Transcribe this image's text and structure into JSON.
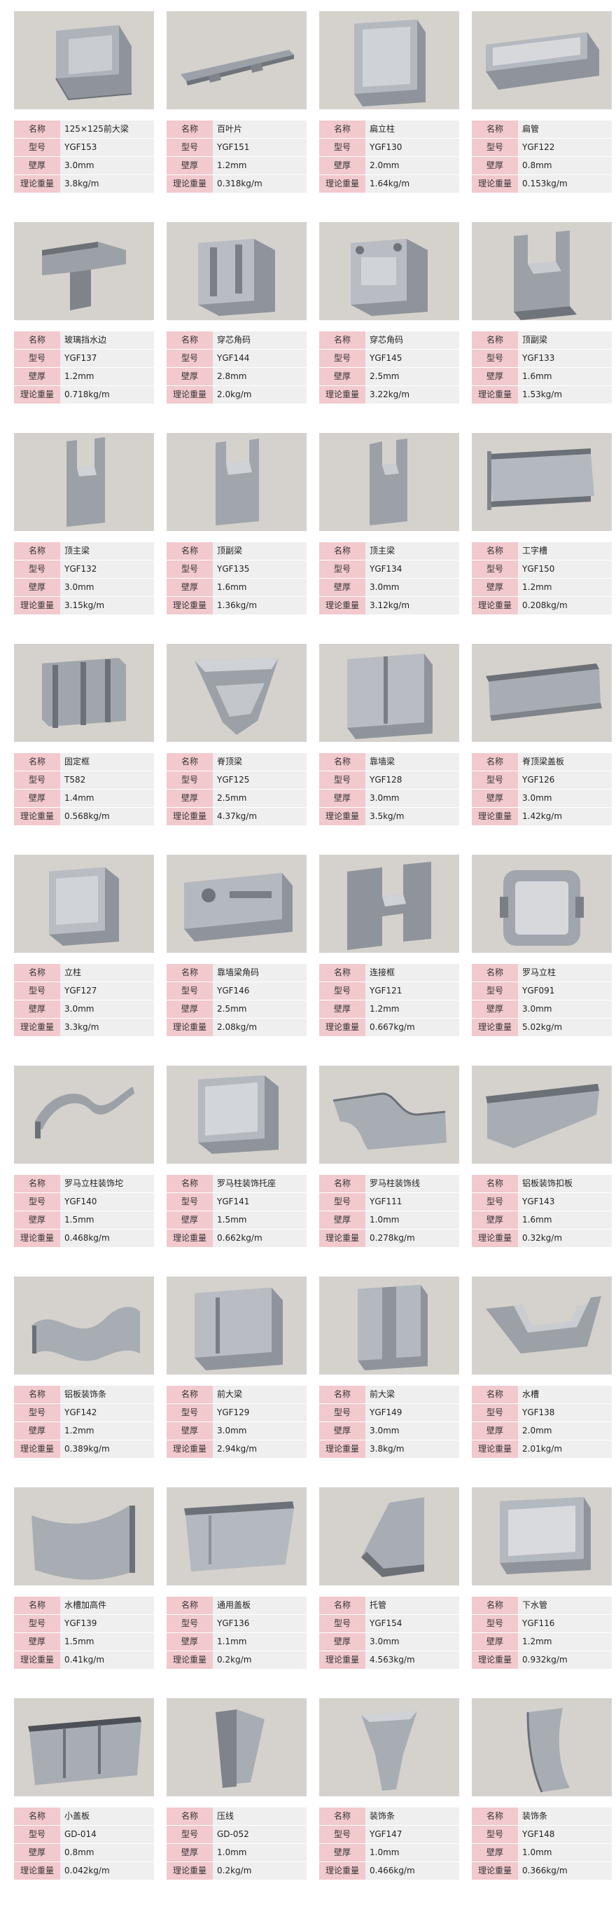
{
  "labels": {
    "name": "名称",
    "model": "型号",
    "thickness": "壁厚",
    "weight": "理论重量"
  },
  "products": [
    {
      "name": "125×125前大梁",
      "model": "YGF153",
      "thickness": "3.0mm",
      "weight": "3.8kg/m",
      "icon": "beam-profile-icon"
    },
    {
      "name": "百叶片",
      "model": "YGF151",
      "thickness": "1.2mm",
      "weight": "0.318kg/m",
      "icon": "louver-blade-icon"
    },
    {
      "name": "扁立柱",
      "model": "YGF130",
      "thickness": "2.0mm",
      "weight": "1.64kg/m",
      "icon": "flat-post-icon"
    },
    {
      "name": "扁管",
      "model": "YGF122",
      "thickness": "0.8mm",
      "weight": "0.153kg/m",
      "icon": "flat-tube-icon"
    },
    {
      "name": "玻璃挡水边",
      "model": "YGF137",
      "thickness": "1.2mm",
      "weight": "0.718kg/m",
      "icon": "glass-water-stop-icon"
    },
    {
      "name": "穿芯角码",
      "model": "YGF144",
      "thickness": "2.8mm",
      "weight": "2.0kg/m",
      "icon": "corner-connector-icon"
    },
    {
      "name": "穿芯角码",
      "model": "YGF145",
      "thickness": "2.5mm",
      "weight": "3.22kg/m",
      "icon": "corner-connector-icon"
    },
    {
      "name": "顶副梁",
      "model": "YGF133",
      "thickness": "1.6mm",
      "weight": "1.53kg/m",
      "icon": "top-sub-beam-icon"
    },
    {
      "name": "顶主梁",
      "model": "YGF132",
      "thickness": "3.0mm",
      "weight": "3.15kg/m",
      "icon": "top-main-beam-icon"
    },
    {
      "name": "顶副梁",
      "model": "YGF135",
      "thickness": "1.6mm",
      "weight": "1.36kg/m",
      "icon": "top-sub-beam-icon"
    },
    {
      "name": "顶主梁",
      "model": "YGF134",
      "thickness": "3.0mm",
      "weight": "3.12kg/m",
      "icon": "top-main-beam-icon"
    },
    {
      "name": "工字槽",
      "model": "YGF150",
      "thickness": "1.2mm",
      "weight": "0.208kg/m",
      "icon": "i-channel-icon"
    },
    {
      "name": "固定框",
      "model": "T582",
      "thickness": "1.4mm",
      "weight": "0.568kg/m",
      "icon": "fixed-frame-icon"
    },
    {
      "name": "脊顶梁",
      "model": "YGF125",
      "thickness": "2.5mm",
      "weight": "4.37kg/m",
      "icon": "ridge-beam-icon"
    },
    {
      "name": "靠墙梁",
      "model": "YGF128",
      "thickness": "3.0mm",
      "weight": "3.5kg/m",
      "icon": "wall-beam-icon"
    },
    {
      "name": "脊顶梁盖板",
      "model": "YGF126",
      "thickness": "3.0mm",
      "weight": "1.42kg/m",
      "icon": "ridge-cover-icon"
    },
    {
      "name": "立柱",
      "model": "YGF127",
      "thickness": "3.0mm",
      "weight": "3.3kg/m",
      "icon": "post-icon"
    },
    {
      "name": "靠墙梁角码",
      "model": "YGF146",
      "thickness": "2.5mm",
      "weight": "2.08kg/m",
      "icon": "wall-beam-connector-icon"
    },
    {
      "name": "连接框",
      "model": "YGF121",
      "thickness": "1.2mm",
      "weight": "0.667kg/m",
      "icon": "connecting-frame-icon"
    },
    {
      "name": "罗马立柱",
      "model": "YGF091",
      "thickness": "3.0mm",
      "weight": "5.02kg/m",
      "icon": "roman-column-icon"
    },
    {
      "name": "罗马立柱装饰坨",
      "model": "YGF140",
      "thickness": "1.5mm",
      "weight": "0.468kg/m",
      "icon": "decorative-trim-icon"
    },
    {
      "name": "罗马柱装饰托座",
      "model": "YGF141",
      "thickness": "1.5mm",
      "weight": "0.662kg/m",
      "icon": "decorative-bracket-icon"
    },
    {
      "name": "罗马柱装饰线",
      "model": "YGF111",
      "thickness": "1.0mm",
      "weight": "0.278kg/m",
      "icon": "decorative-line-icon"
    },
    {
      "name": "铝板装饰扣板",
      "model": "YGF143",
      "thickness": "1.6mm",
      "weight": "0.32kg/m",
      "icon": "panel-cover-icon"
    },
    {
      "name": "铝板装饰条",
      "model": "YGF142",
      "thickness": "1.2mm",
      "weight": "0.389kg/m",
      "icon": "decorative-strip-icon"
    },
    {
      "name": "前大梁",
      "model": "YGF129",
      "thickness": "3.0mm",
      "weight": "2.94kg/m",
      "icon": "front-beam-icon"
    },
    {
      "name": "前大梁",
      "model": "YGF149",
      "thickness": "3.0mm",
      "weight": "3.8kg/m",
      "icon": "front-beam-icon"
    },
    {
      "name": "水槽",
      "model": "YGF138",
      "thickness": "2.0mm",
      "weight": "2.01kg/m",
      "icon": "gutter-icon"
    },
    {
      "name": "水槽加高件",
      "model": "YGF139",
      "thickness": "1.5mm",
      "weight": "0.41kg/m",
      "icon": "gutter-extension-icon"
    },
    {
      "name": "通用盖板",
      "model": "YGF136",
      "thickness": "1.1mm",
      "weight": "0.2kg/m",
      "icon": "cover-plate-icon"
    },
    {
      "name": "托管",
      "model": "YGF154",
      "thickness": "3.0mm",
      "weight": "4.563kg/m",
      "icon": "support-tube-icon"
    },
    {
      "name": "下水管",
      "model": "YGF116",
      "thickness": "1.2mm",
      "weight": "0.932kg/m",
      "icon": "downpipe-icon"
    },
    {
      "name": "小盖板",
      "model": "GD-014",
      "thickness": "0.8mm",
      "weight": "0.042kg/m",
      "icon": "small-cover-icon"
    },
    {
      "name": "压线",
      "model": "GD-052",
      "thickness": "1.0mm",
      "weight": "0.2kg/m",
      "icon": "bead-strip-icon"
    },
    {
      "name": "装饰条",
      "model": "YGF147",
      "thickness": "1.0mm",
      "weight": "0.466kg/m",
      "icon": "trim-strip-icon"
    },
    {
      "name": "装饰条",
      "model": "YGF148",
      "thickness": "1.0mm",
      "weight": "0.366kg/m",
      "icon": "trim-strip-icon"
    }
  ]
}
